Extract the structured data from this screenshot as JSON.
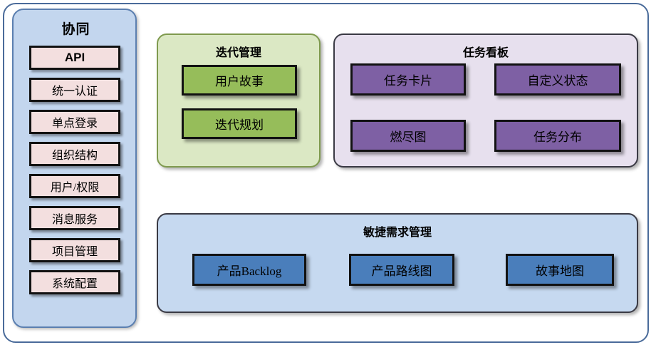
{
  "diagram": {
    "sidebar": {
      "title": "协同",
      "items": [
        {
          "label": "API",
          "style": "bold"
        },
        {
          "label": "统一认证",
          "style": "normal"
        },
        {
          "label": "单点登录",
          "style": "normal"
        },
        {
          "label": "组织结构",
          "style": "normal"
        },
        {
          "label": "用户/权限",
          "style": "normal"
        },
        {
          "label": "消息服务",
          "style": "normal"
        },
        {
          "label": "项目管理",
          "style": "normal"
        },
        {
          "label": "系统配置",
          "style": "normal"
        }
      ]
    },
    "panels": [
      {
        "id": "iteration",
        "title": "迭代管理",
        "fill": "#dbe8c4",
        "border": "#7f9a4e",
        "item_fill": "#96bd5a",
        "items": [
          {
            "label": "用户故事"
          },
          {
            "label": "迭代规划"
          }
        ]
      },
      {
        "id": "taskboard",
        "title": "任务看板",
        "fill": "#e7e0ee",
        "border": "#3a3a44",
        "item_fill": "#7e60a4",
        "items": [
          {
            "label": "任务卡片"
          },
          {
            "label": "自定义状态"
          },
          {
            "label": "燃尽图"
          },
          {
            "label": "任务分布"
          }
        ]
      },
      {
        "id": "agile",
        "title": "敏捷需求管理",
        "fill": "#c6d9f0",
        "border": "#3a3a44",
        "item_fill": "#4a7ebb",
        "items": [
          {
            "label": "产品Backlog"
          },
          {
            "label": "产品路线图"
          },
          {
            "label": "故事地图"
          }
        ]
      }
    ],
    "colors": {
      "frame_border": "#4a6b9a",
      "sidebar_fill": "#c3d6ee",
      "sidebar_border": "#5b7fb0",
      "chip_fill": "#f3dfdf",
      "item_border": "#121212"
    }
  }
}
